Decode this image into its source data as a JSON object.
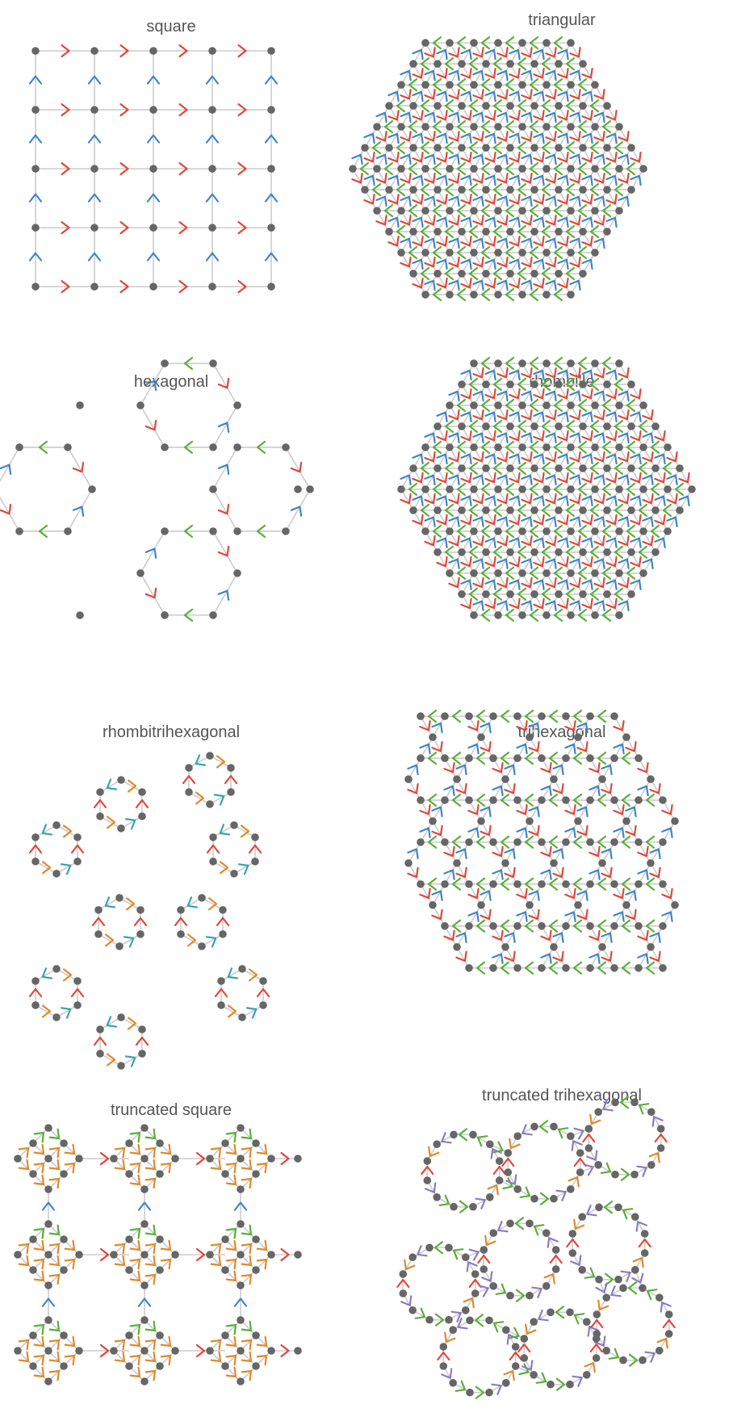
{
  "panels": [
    {
      "id": "square",
      "title": "square"
    },
    {
      "id": "triangular",
      "title": "triangular"
    },
    {
      "id": "hexagonal",
      "title": "hexagonal"
    },
    {
      "id": "rhombille",
      "title": "rhombille"
    },
    {
      "id": "rhombitrihexagonal",
      "title": "rhombitrihexagonal"
    },
    {
      "id": "trihexagonal",
      "title": "trihexagonal"
    },
    {
      "id": "truncated_square",
      "title": "truncated square"
    },
    {
      "id": "truncated_trihexagonal",
      "title": "truncated trihexagonal"
    }
  ],
  "colors": {
    "edge": "#cccccc",
    "vertex": "#666666",
    "title": "#555555",
    "red": "#e0473a",
    "blue": "#3f86c4",
    "green": "#5aaf3a",
    "orange": "#e08a2a",
    "purple": "#8c7cc0",
    "teal": "#3aa6a6"
  }
}
